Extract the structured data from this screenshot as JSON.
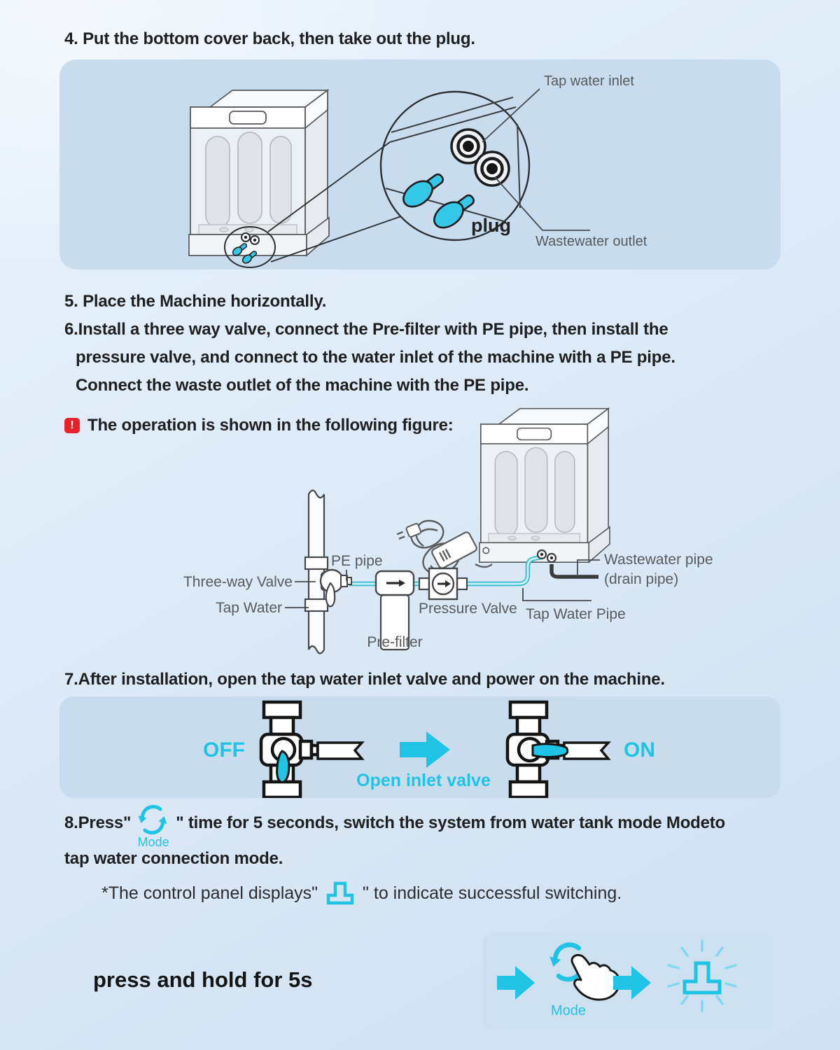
{
  "colors": {
    "accent_cyan": "#1fc3e3",
    "alert_red": "#e8212a",
    "panel_blue": "#c8dcee",
    "text_dark": "#1f1f1f",
    "label_gray": "#595a5c"
  },
  "step4": {
    "heading": "4. Put the bottom cover back, then take out the plug."
  },
  "figure1": {
    "tap_water_inlet": "Tap water inlet",
    "wastewater_outlet": "Wastewater outlet",
    "plug_label": "plug"
  },
  "step5": {
    "heading": "5. Place the Machine horizontally."
  },
  "step6": {
    "line1": "6.Install a three way valve, connect the Pre-filter with PE pipe, then install the",
    "line2": "pressure valve, and connect to the water inlet of the machine with a PE pipe.",
    "line3": "Connect the waste outlet of the machine with the PE pipe."
  },
  "note": {
    "icon_glyph": "!",
    "text": "The operation is shown in the following figure:"
  },
  "diagram": {
    "pe_pipe": "PE pipe",
    "three_way_valve": "Three-way Valve",
    "tap_water": "Tap Water",
    "pre_filter": "Pre-filter",
    "pressure_valve": "Pressure Valve",
    "tap_water_pipe": "Tap Water Pipe",
    "wastewater_pipe": "Wastewater pipe",
    "drain_pipe": "(drain pipe)"
  },
  "step7": {
    "heading": "7.After installation, open the tap water inlet valve and power on the machine."
  },
  "figure2": {
    "off": "OFF",
    "on": "ON",
    "caption": "Open inlet valve"
  },
  "step8": {
    "prefix": "8.Press\"",
    "suffix": "\" time for 5 seconds, switch the system from water tank mode Modeto",
    "line2": "tap water connection mode.",
    "mode_label": "Mode"
  },
  "panel_note": {
    "prefix": "*The control panel displays\"",
    "suffix": "\"  to indicate successful switching."
  },
  "bottom": {
    "press_hold": "press and hold for 5s",
    "mode_label": "Mode"
  }
}
